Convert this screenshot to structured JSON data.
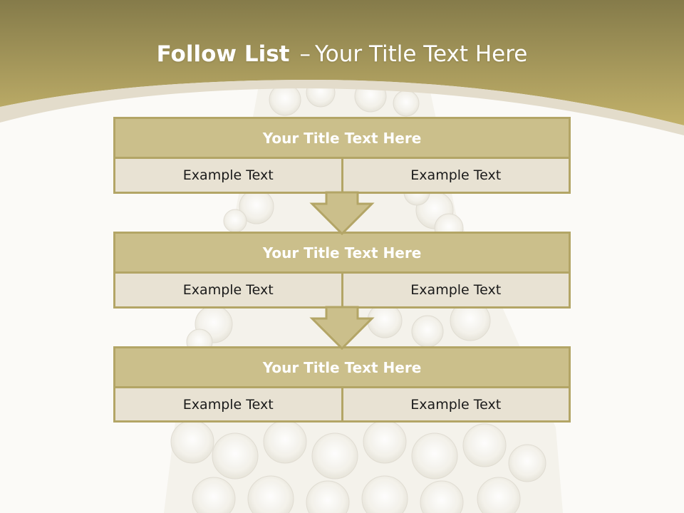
{
  "slide": {
    "title_bold": "Follow List",
    "title_sep": "–",
    "title_rest": "Your Title Text Here"
  },
  "steps": [
    {
      "title": "Your Title Text Here",
      "left": "Example Text",
      "right": "Example Text"
    },
    {
      "title": "Your Title Text Here",
      "left": "Example Text",
      "right": "Example Text"
    },
    {
      "title": "Your Title Text Here",
      "left": "Example Text",
      "right": "Example Text"
    }
  ],
  "colors": {
    "header_gold": "#b8a863",
    "header_dark": "#857b4a",
    "box_head": "#cbbf8b",
    "box_cell": "#e8e2d3",
    "border": "#b3a566"
  }
}
